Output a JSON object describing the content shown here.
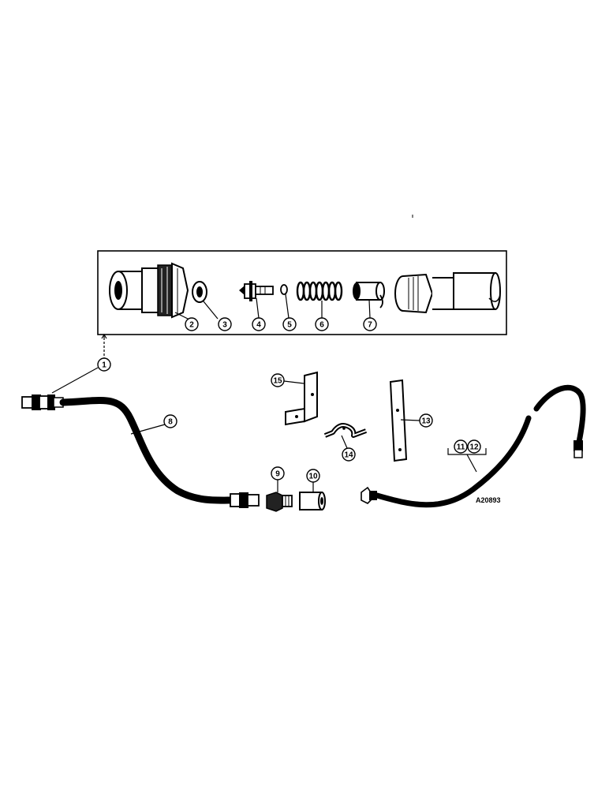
{
  "diagram": {
    "drawing_code": "A20893",
    "callouts": {
      "c1": "1",
      "c2": "2",
      "c3": "3",
      "c4": "4",
      "c5": "5",
      "c6": "6",
      "c7": "7",
      "c8": "8",
      "c9": "9",
      "c10": "10",
      "c11": "11",
      "c12": "12",
      "c13": "13",
      "c14": "14",
      "c15": "15"
    }
  }
}
